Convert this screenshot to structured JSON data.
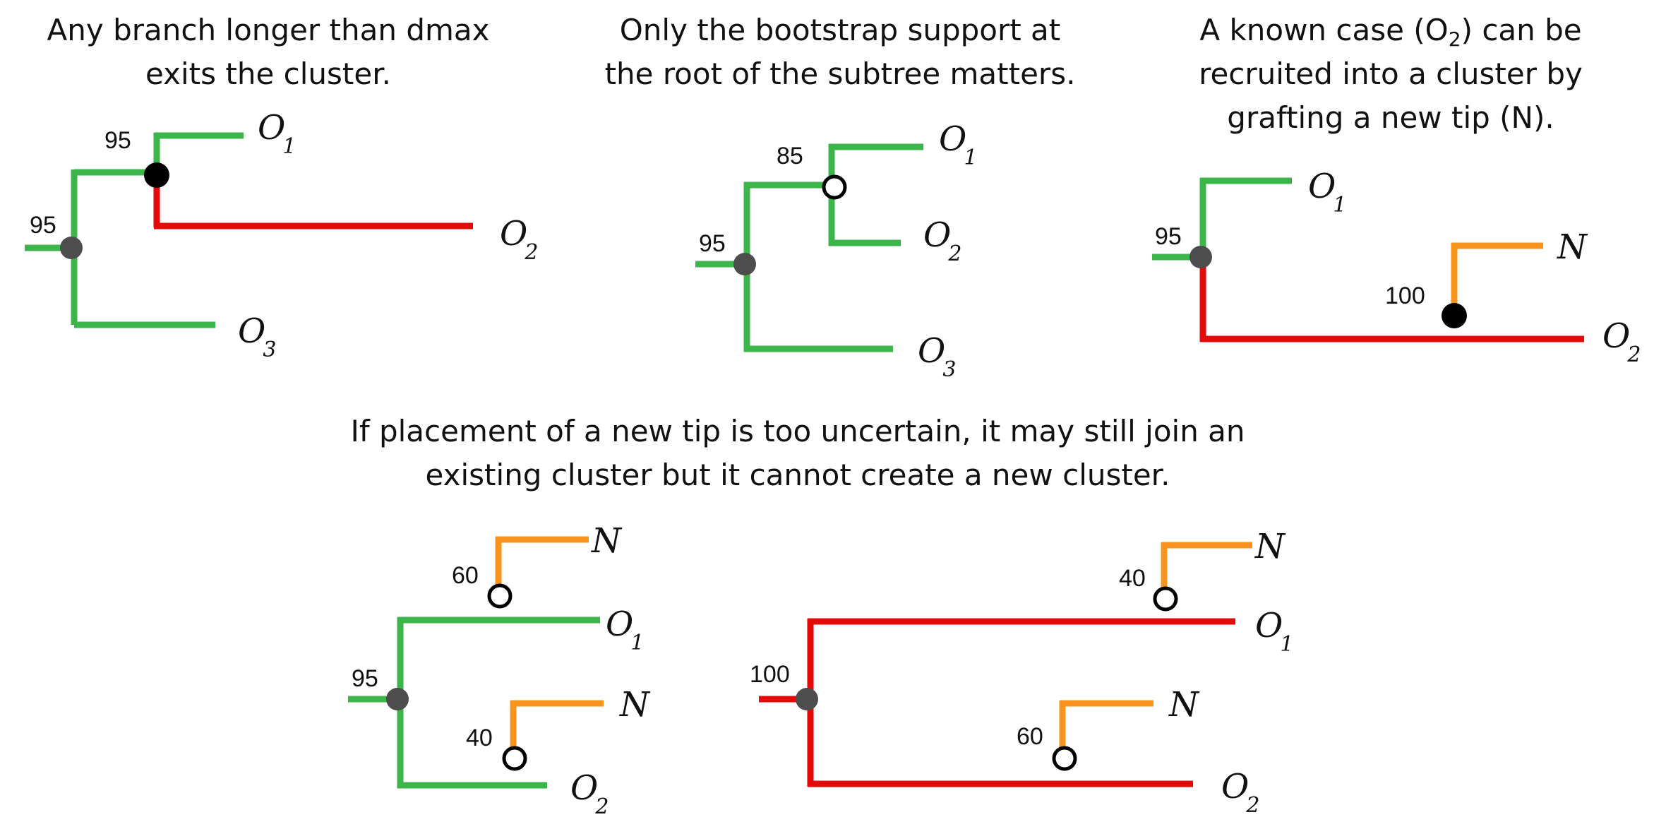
{
  "captions": {
    "panel1": "Any branch longer than dmax\nexits the cluster.",
    "panel2": "Only the bootstrap support at\nthe root of the subtree matters.",
    "panel3_line1_pre": "A known case (O",
    "panel3_line1_sub": "2",
    "panel3_line1_post": ") can be",
    "panel3_rest": "recruited into a cluster by\ngrafting a new tip (N).",
    "panel4": "If placement of a new tip is too uncertain, it may still join an\nexisting cluster but it cannot create a new cluster."
  },
  "tips": {
    "O": "O",
    "N": "N",
    "sub1": "1",
    "sub2": "2",
    "sub3": "3"
  },
  "support": {
    "p1_root": "95",
    "p1_inner": "95",
    "p2_root": "95",
    "p2_inner": "85",
    "p3_root": "95",
    "p3_graft": "100",
    "p4a_root": "95",
    "p4a_top": "60",
    "p4a_bottom": "40",
    "p4b_root": "100",
    "p4b_top": "40",
    "p4b_bottom": "60"
  },
  "colors": {
    "cluster": "#3cb54a",
    "outside": "#e30a0a",
    "new_tip": "#f7941d",
    "node_supported": "#4d4d4d"
  }
}
